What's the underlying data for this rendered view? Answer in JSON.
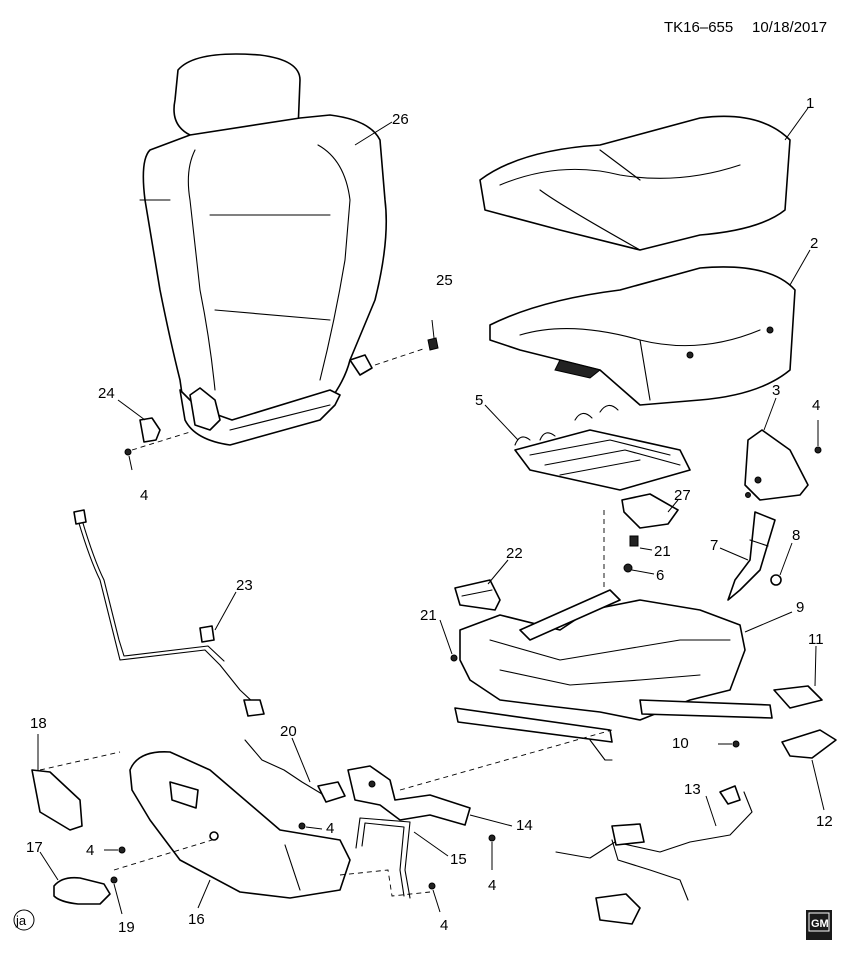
{
  "header": {
    "drawing_id": "TK16–655",
    "date": "10/18/2017"
  },
  "callouts": {
    "c1": "1",
    "c2": "2",
    "c3": "3",
    "c4a": "4",
    "c4b": "4",
    "c4c": "4",
    "c4d": "4",
    "c4e": "4",
    "c4f": "4",
    "c5": "5",
    "c6": "6",
    "c7": "7",
    "c8": "8",
    "c9": "9",
    "c10": "10",
    "c11": "11",
    "c12": "12",
    "c13": "13",
    "c14": "14",
    "c15": "15",
    "c16": "16",
    "c17": "17",
    "c18": "18",
    "c19": "19",
    "c20": "20",
    "c21a": "21",
    "c21b": "21",
    "c22": "22",
    "c23": "23",
    "c24": "24",
    "c25": "25",
    "c26": "26",
    "c27": "27"
  },
  "footer": {
    "artist_mark": "ja",
    "logo_text": "GM"
  }
}
